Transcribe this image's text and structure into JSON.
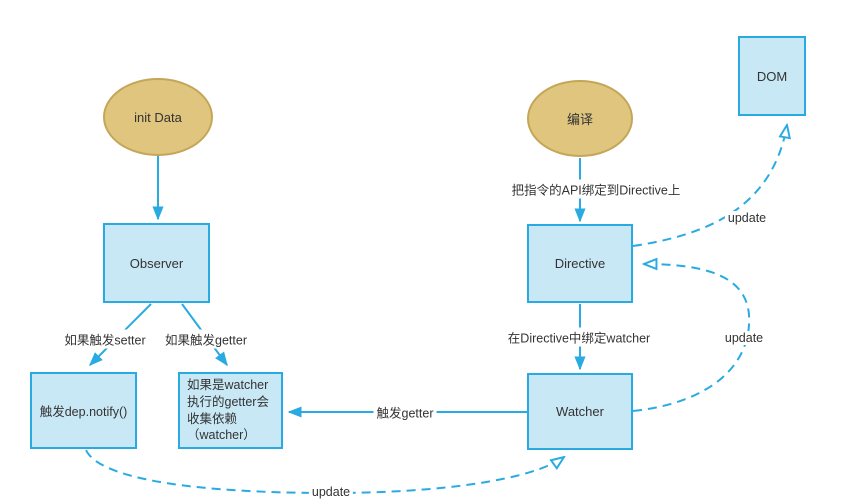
{
  "diagram": {
    "description": "Vue reactivity flow diagram",
    "colors": {
      "line": "#29abe2",
      "node_fill": "#c9e8f6",
      "node_border": "#29abe2",
      "ellipse_fill": "#dfc57d",
      "ellipse_border": "#c5a658",
      "text": "#333333",
      "background": "#ffffff"
    },
    "nodes": {
      "init_data": {
        "label": "init Data",
        "shape": "ellipse"
      },
      "compile": {
        "label": "编译",
        "shape": "ellipse"
      },
      "dom": {
        "label": "DOM",
        "shape": "rect"
      },
      "observer": {
        "label": "Observer",
        "shape": "rect"
      },
      "directive": {
        "label": "Directive",
        "shape": "rect"
      },
      "watcher": {
        "label": "Watcher",
        "shape": "rect"
      },
      "dep_notify": {
        "label": "触发dep.notify()",
        "shape": "rect"
      },
      "collect_dep": {
        "label": "如果是watcher执行的getter会收集依赖（watcher）",
        "shape": "rect"
      }
    },
    "edges": [
      {
        "from": "init Data",
        "to": "Observer",
        "label": "",
        "style": "solid",
        "arrowhead": "filled"
      },
      {
        "from": "编译",
        "to": "Directive",
        "label": "把指令的API绑定到Directive上",
        "style": "solid",
        "arrowhead": "filled"
      },
      {
        "from": "Observer",
        "to": "触发dep.notify()",
        "label": "如果触发setter",
        "style": "solid",
        "arrowhead": "filled"
      },
      {
        "from": "Observer",
        "to": "如果是watcher执行的getter会收集依赖（watcher）",
        "label": "如果触发getter",
        "style": "solid",
        "arrowhead": "filled"
      },
      {
        "from": "Directive",
        "to": "Watcher",
        "label": "在Directive中绑定watcher",
        "style": "solid",
        "arrowhead": "filled"
      },
      {
        "from": "Watcher",
        "to": "如果是watcher执行的getter会收集依赖（watcher）",
        "label": "触发getter",
        "style": "solid",
        "arrowhead": "filled"
      },
      {
        "from": "触发dep.notify()",
        "to": "Watcher",
        "label": "update",
        "style": "dashed",
        "arrowhead": "open"
      },
      {
        "from": "Watcher",
        "to": "Directive",
        "label": "update",
        "style": "dashed",
        "arrowhead": "open"
      },
      {
        "from": "Directive",
        "to": "DOM",
        "label": "update",
        "style": "dashed",
        "arrowhead": "open"
      }
    ]
  }
}
